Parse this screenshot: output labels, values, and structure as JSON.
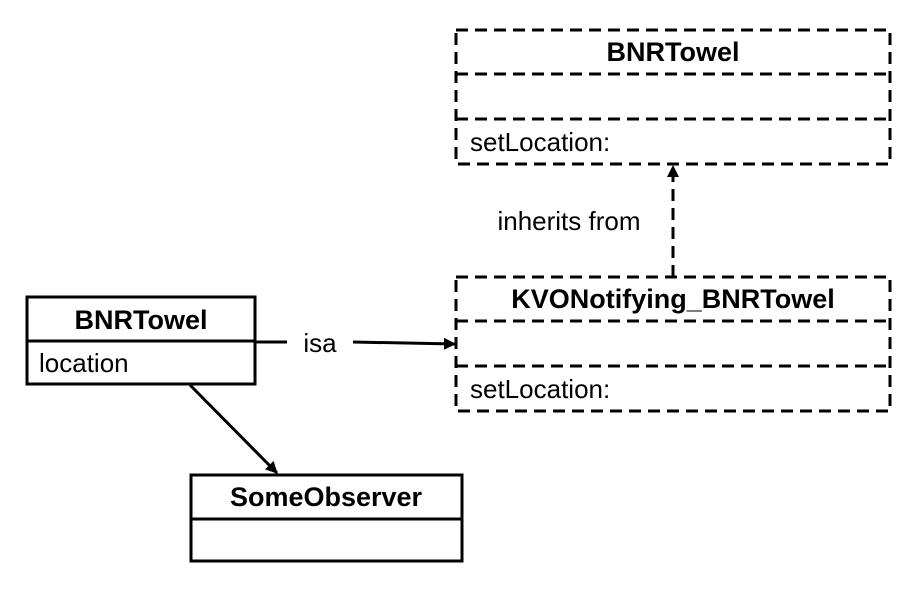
{
  "classes": {
    "superclass": {
      "name": "BNRTowel",
      "attributes": "",
      "methods": "setLocation:"
    },
    "instance": {
      "name": "BNRTowel",
      "attributes": "location"
    },
    "kvo_subclass": {
      "name": "KVONotifying_BNRTowel",
      "attributes": "",
      "methods": "setLocation:"
    },
    "observer": {
      "name": "SomeObserver",
      "attributes": ""
    }
  },
  "relations": {
    "isa_label": "isa",
    "inherits_label": "inherits from"
  }
}
